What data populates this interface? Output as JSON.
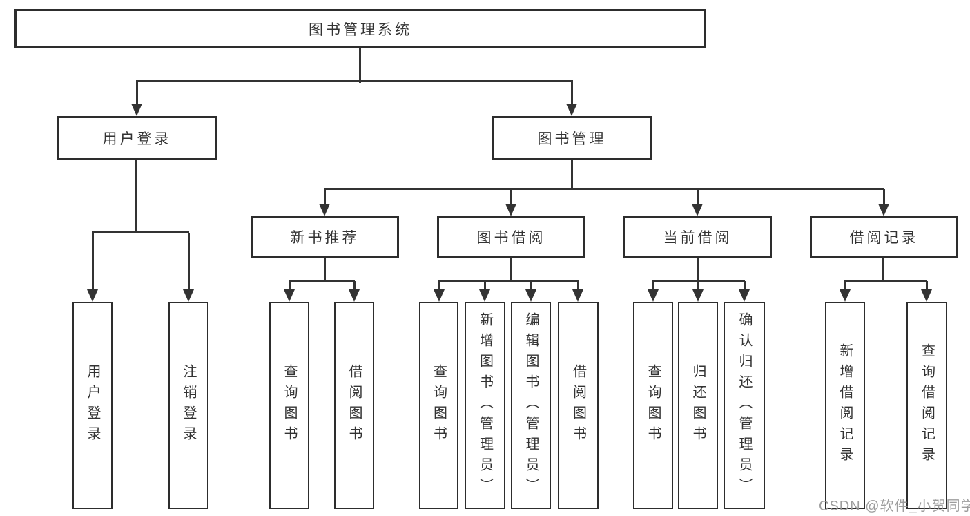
{
  "tree": {
    "root": {
      "label": "图书管理系统"
    },
    "branches": [
      {
        "label": "用户登录",
        "children": [
          {
            "label": "用户登录"
          },
          {
            "label": "注销登录"
          }
        ]
      },
      {
        "label": "图书管理",
        "groups": [
          {
            "label": "新书推荐",
            "children": [
              {
                "label": "查询图书"
              },
              {
                "label": "借阅图书"
              }
            ]
          },
          {
            "label": "图书借阅",
            "children": [
              {
                "label": "查询图书"
              },
              {
                "label": "新增图书（管理员）"
              },
              {
                "label": "编辑图书（管理员）"
              },
              {
                "label": "借阅图书"
              }
            ]
          },
          {
            "label": "当前借阅",
            "children": [
              {
                "label": "查询图书"
              },
              {
                "label": "归还图书"
              },
              {
                "label": "确认归还（管理员）"
              }
            ]
          },
          {
            "label": "借阅记录",
            "children": [
              {
                "label": "新增借阅记录"
              },
              {
                "label": "查询借阅记录"
              }
            ]
          }
        ]
      }
    ]
  },
  "watermark": {
    "text": "CSDN @软件_小贺同学"
  },
  "colors": {
    "line": "#333333",
    "box_border": "#2d2d2d",
    "text": "#333333",
    "watermark": "#989898",
    "background": "#ffffff"
  }
}
